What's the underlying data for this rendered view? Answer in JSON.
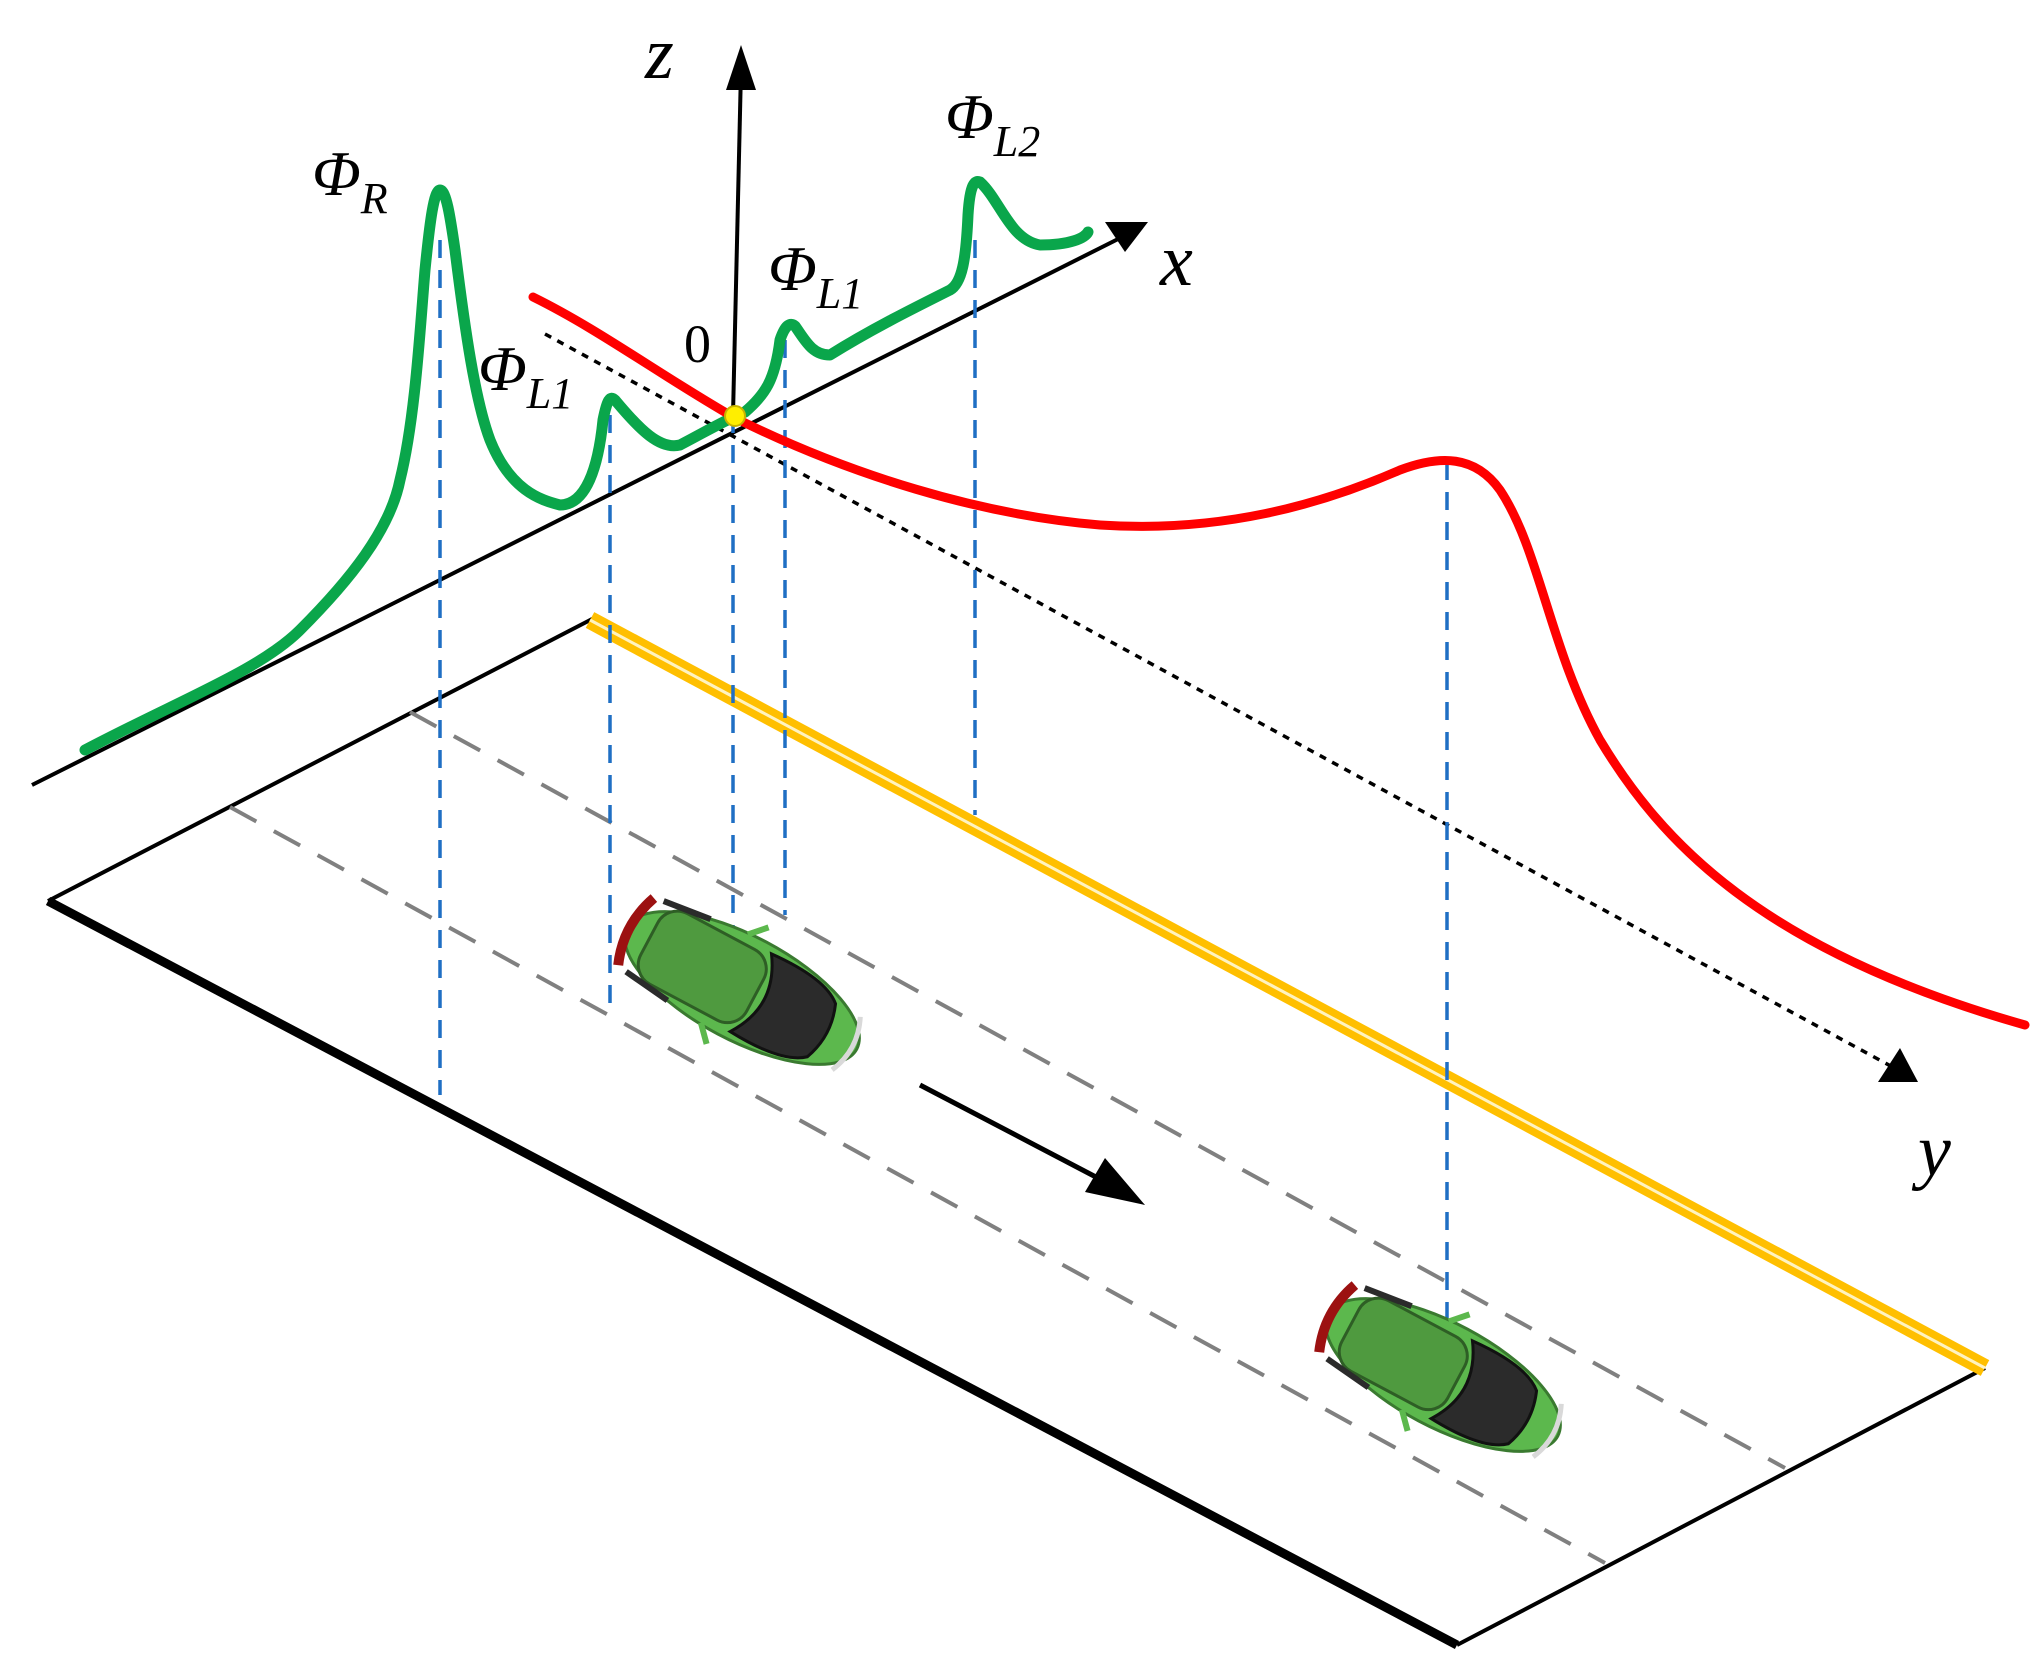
{
  "axes": {
    "z": "z",
    "x": "x",
    "y": "y",
    "origin": "0"
  },
  "labels": {
    "phi_r": {
      "main": "Φ",
      "sub": "R"
    },
    "phi_l1_left": {
      "main": "Φ",
      "sub": "L1"
    },
    "phi_l1_right": {
      "main": "Φ",
      "sub": "L1"
    },
    "phi_l2": {
      "main": "Φ",
      "sub": "L2"
    }
  },
  "colors": {
    "lateral_curve": "#0aa64b",
    "longitudinal_curve": "#ff0000",
    "projection_lines": "#1f6fc4",
    "center_line": "#ffbf00",
    "lane_dashes": "#808080",
    "car_body": "#4f9a3f",
    "origin_marker": "#ffee00"
  },
  "icons": {
    "vehicle": "car-top-view-icon",
    "direction": "arrow-right-icon"
  }
}
